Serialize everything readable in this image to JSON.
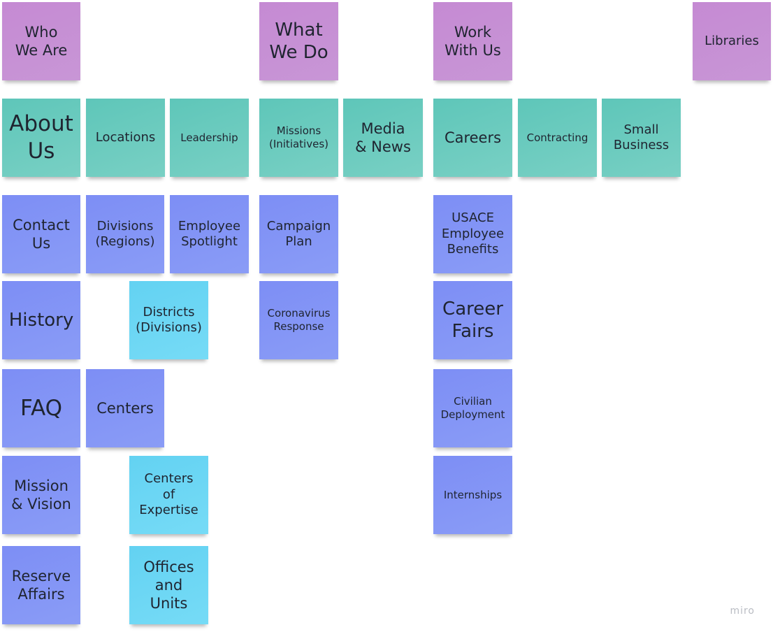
{
  "board": {
    "watermark": "miro"
  },
  "notes": {
    "who_we_are": "Who\nWe Are",
    "what_we_do": "What\nWe Do",
    "work_with_us": "Work\nWith Us",
    "libraries": "Libraries",
    "about_us": "About\nUs",
    "locations": "Locations",
    "leadership": "Leadership",
    "missions_initiatives": "Missions\n(Initiatives)",
    "media_news": "Media\n& News",
    "careers": "Careers",
    "contracting": "Contracting",
    "small_business": "Small\nBusiness",
    "contact_us": "Contact\nUs",
    "divisions_regions": "Divisions\n(Regions)",
    "employee_spotlight": "Employee\nSpotlight",
    "campaign_plan": "Campaign\nPlan",
    "usace_employee_benefits": "USACE\nEmployee\nBenefits",
    "history": "History",
    "districts_divisions": "Districts\n(Divisions)",
    "coronavirus_response": "Coronavirus\nResponse",
    "career_fairs": "Career\nFairs",
    "faq": "FAQ",
    "centers": "Centers",
    "civilian_deployment": "Civilian\nDeployment",
    "mission_vision": "Mission\n& Vision",
    "centers_of_expertise": "Centers\nof\nExpertise",
    "internships": "Internships",
    "reserve_affairs": "Reserve\nAffairs",
    "offices_and_units": "Offices\nand\nUnits"
  },
  "colors": {
    "purple": "#c58ad3",
    "teal": "#5ec6b9",
    "blue": "#7d8ef5",
    "cyan": "#63d2f2"
  }
}
